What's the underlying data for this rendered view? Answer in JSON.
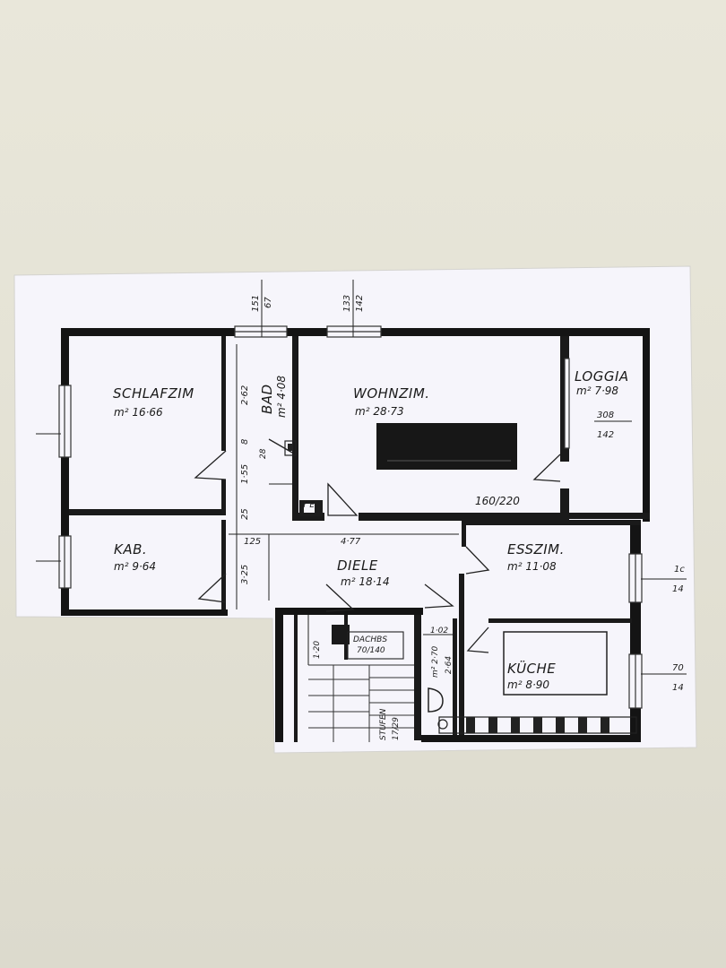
{
  "rooms": {
    "schlafzimmer": {
      "name": "SCHLAFZIM",
      "area": "m² 16·66"
    },
    "bad": {
      "name": "BAD",
      "area": "m² 4·08"
    },
    "wohnzimmer": {
      "name": "WOHNZIM.",
      "area": "m² 28·73"
    },
    "loggia": {
      "name": "LOGGIA",
      "area": "m² 7·98"
    },
    "kabinett": {
      "name": "KAB.",
      "area": "m² 9·64"
    },
    "diele": {
      "name": "DIELE",
      "area": "m² 18·14"
    },
    "esszimmer": {
      "name": "ESSZIM.",
      "area": "m² 11·08"
    },
    "kueche": {
      "name": "KÜCHE",
      "area": "m² 8·90"
    },
    "dachboden": {
      "name": "DACHBS",
      "size": "70/140"
    },
    "stufen": {
      "name": "STUFEN",
      "size": "17/29"
    }
  },
  "dimensions": {
    "top_left_a": "151",
    "top_left_b": "67",
    "top_mid_a": "133",
    "top_mid_b": "142",
    "loggia_a": "308",
    "loggia_b": "142",
    "window_wohn": "160/220",
    "bad_w": "2·62",
    "bad_h": "1·55",
    "bad_s": "8",
    "bad_b": "25",
    "hall_125": "125",
    "hall_477": "4·77",
    "hall_325": "3·25",
    "wc_w": "1·02",
    "wc_area": "m² 2·70",
    "wc_h": "2·64",
    "stair_w": "1·20",
    "right_a1": "1c",
    "right_a2": "14",
    "right_b1": "70",
    "right_b2": "14",
    "ye": "Y E",
    "small_28": "28"
  }
}
